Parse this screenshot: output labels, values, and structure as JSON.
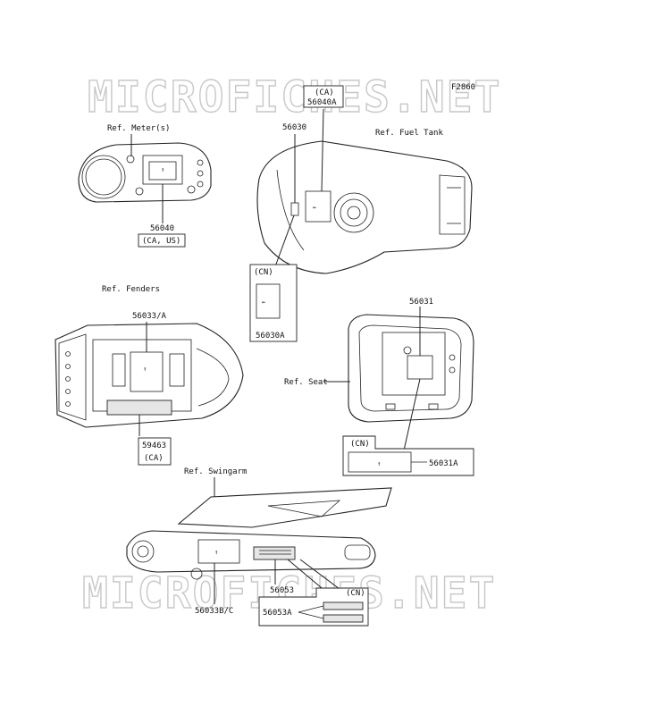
{
  "watermark": "MICROFICHES.NET",
  "figure_id": "F2860",
  "refs": {
    "meter": "Ref. Meter(s)",
    "fuel_tank": "Ref. Fuel Tank",
    "fenders": "Ref. Fenders",
    "seat": "Ref. Seat",
    "swingarm": "Ref. Swingarm"
  },
  "parts": {
    "p56040a_region": "(CA)",
    "p56040a": "56040A",
    "p56030": "56030",
    "p56040": "56040",
    "p56040_region": "(CA, US)",
    "p56030a_region": "(CN)",
    "p56030a": "56030A",
    "p56033": "56033/A",
    "p56031": "56031",
    "p59463": "59463",
    "p59463_region": "(CA)",
    "p56031a_region": "(CN)",
    "p56031a": "56031A",
    "p56033bc": "56033B/C",
    "p56053": "56053",
    "p56053a_region": "(CN)",
    "p56053a": "56053A"
  }
}
